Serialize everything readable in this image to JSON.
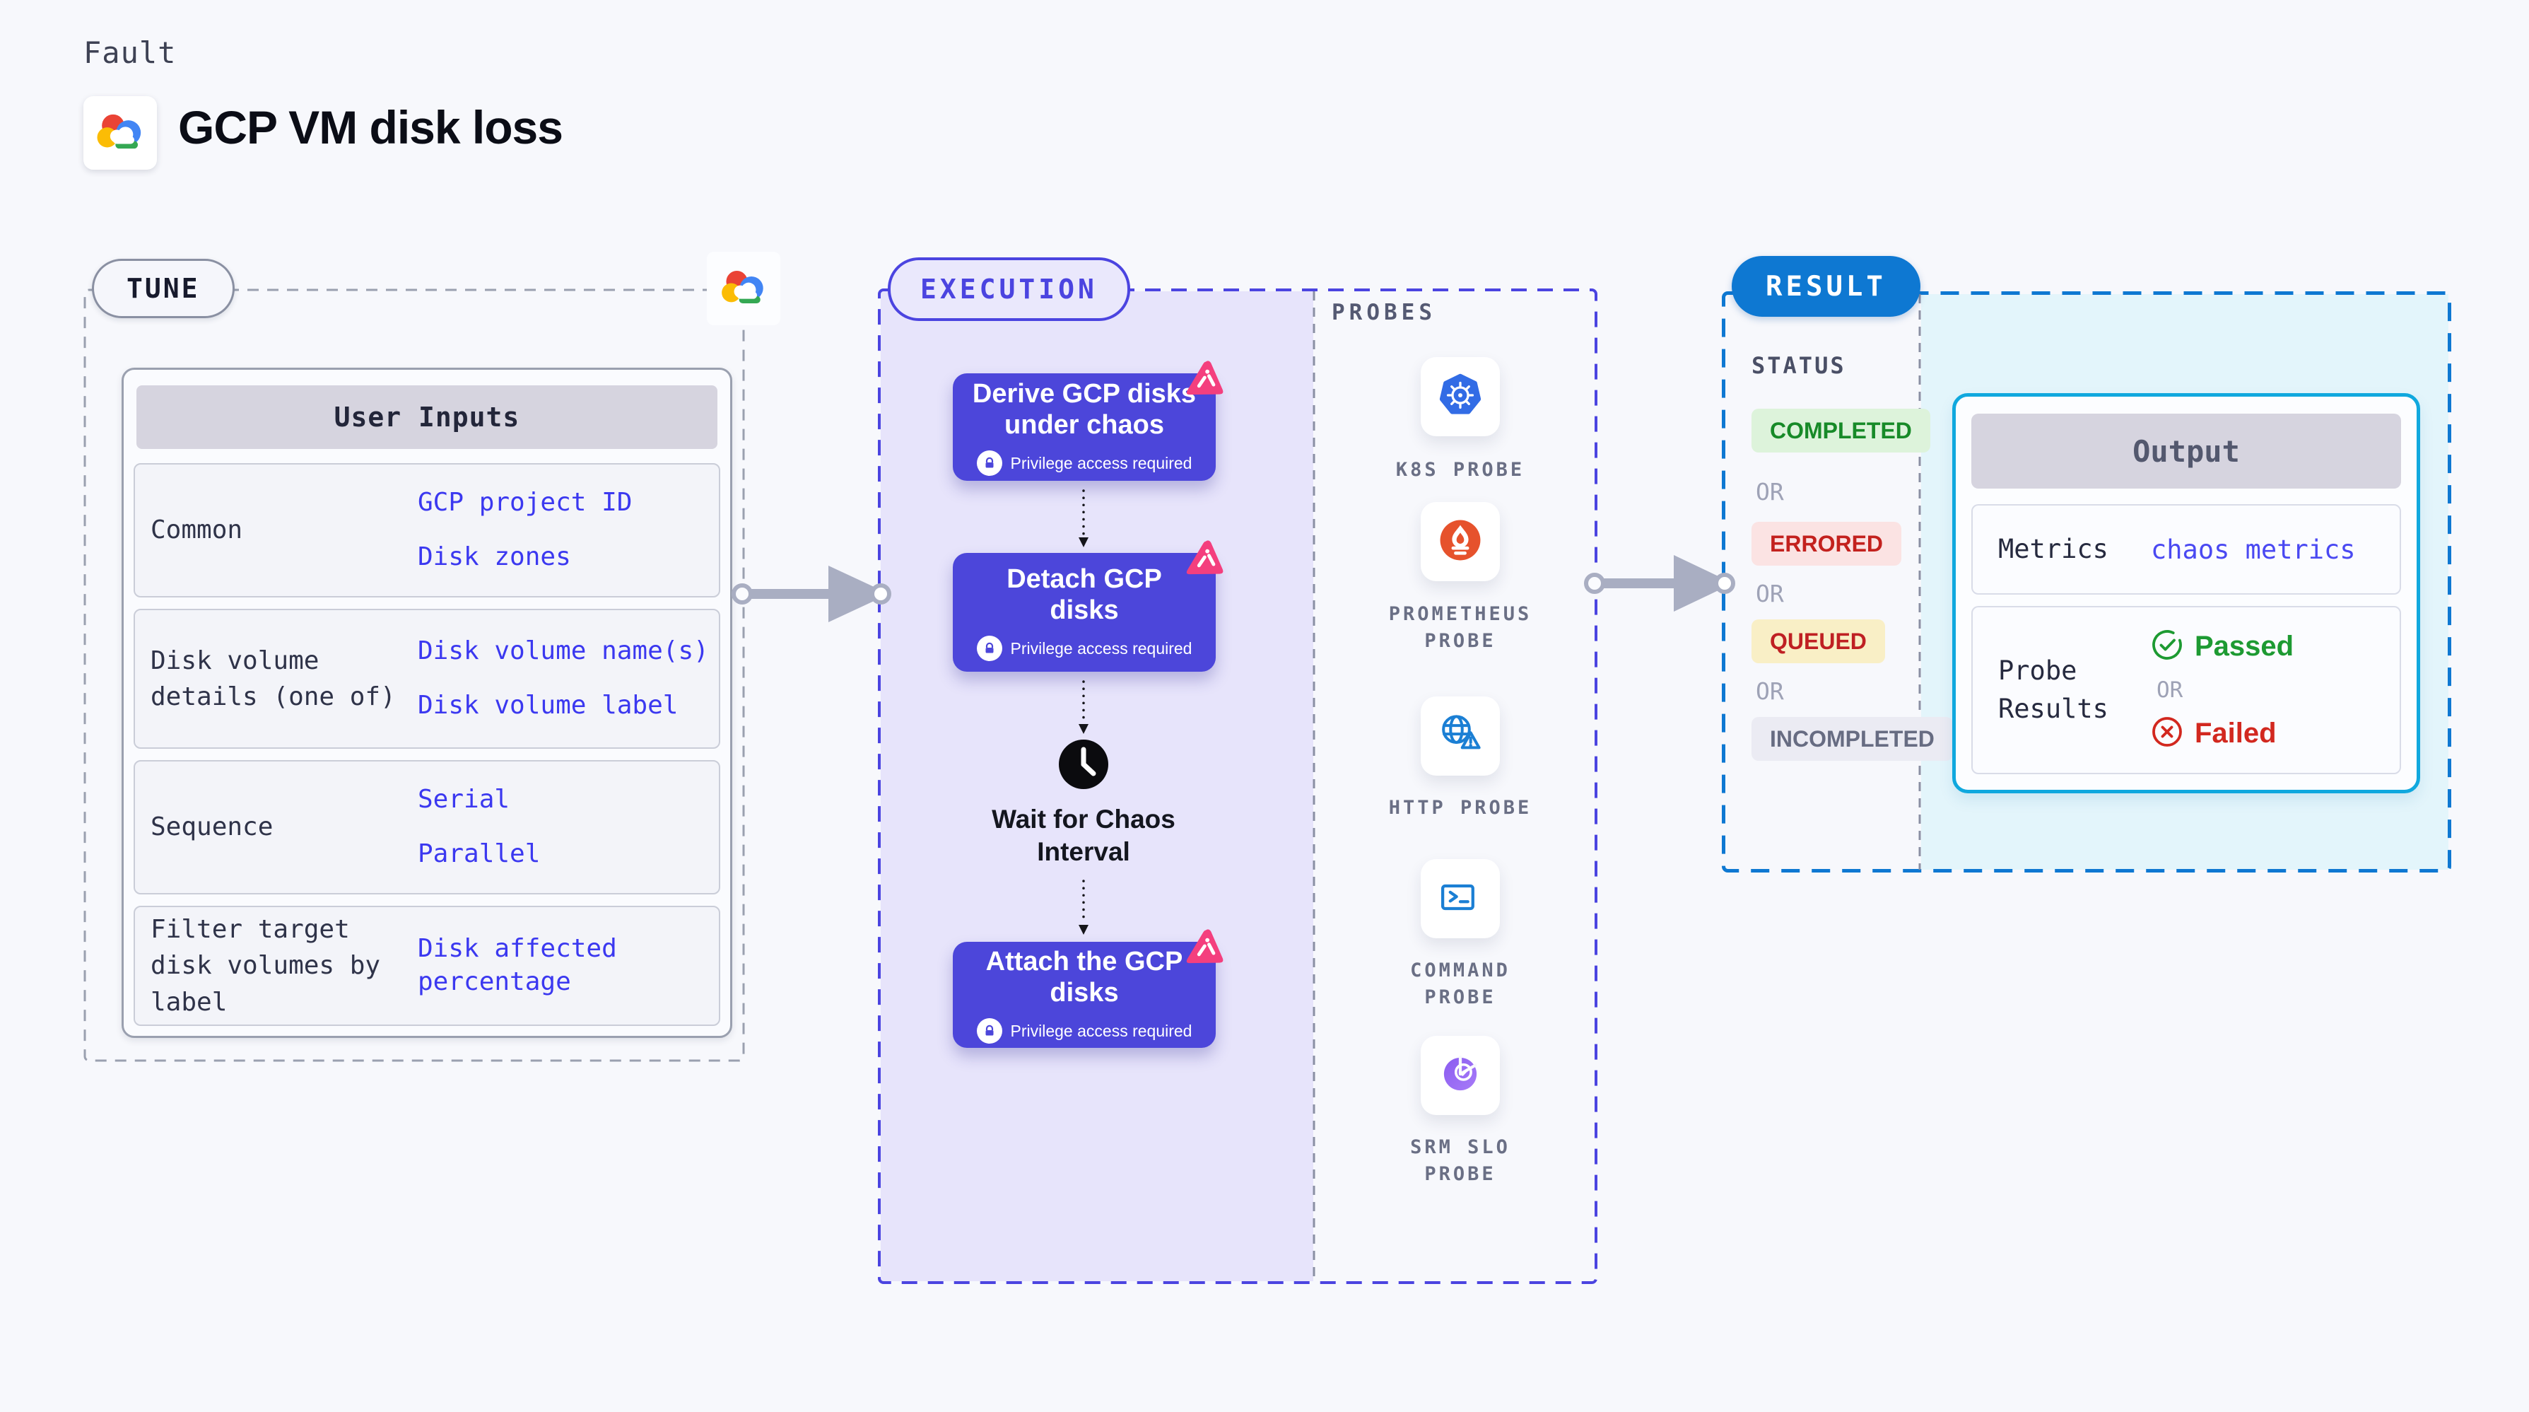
{
  "header": {
    "fault_label": "Fault",
    "title": "GCP VM disk loss",
    "logo": "gcp-cloud-logo"
  },
  "tune": {
    "badge": "TUNE",
    "table_title": "User Inputs",
    "rows": [
      {
        "label": "Common",
        "values": [
          "GCP project ID",
          "Disk zones"
        ]
      },
      {
        "label": "Disk volume details (one of)",
        "values": [
          "Disk volume name(s)",
          "Disk volume label"
        ]
      },
      {
        "label": "Sequence",
        "values": [
          "Serial",
          "Parallel"
        ]
      },
      {
        "label": "Filter target disk volumes by label",
        "values": [
          "Disk affected percentage"
        ]
      }
    ]
  },
  "execution": {
    "badge": "EXECUTION",
    "privilege_note": "Privilege access required",
    "steps": [
      {
        "title": "Derive GCP disks under chaos"
      },
      {
        "title": "Detach GCP disks"
      },
      {
        "title": "Wait for Chaos Interval",
        "type": "wait"
      },
      {
        "title": "Attach the GCP disks"
      }
    ],
    "probes": {
      "label": "PROBES",
      "items": [
        "K8S PROBE",
        "PROMETHEUS PROBE",
        "HTTP PROBE",
        "COMMAND PROBE",
        "SRM SLO PROBE"
      ]
    }
  },
  "result": {
    "badge": "RESULT",
    "status_label": "STATUS",
    "or_label": "OR",
    "statuses": [
      "COMPLETED",
      "ERRORED",
      "QUEUED",
      "INCOMPLETED"
    ],
    "output": {
      "title": "Output",
      "metrics_label": "Metrics",
      "metrics_value": "chaos metrics",
      "probe_results_label": "Probe Results",
      "passed_label": "Passed",
      "failed_label": "Failed"
    }
  },
  "colors": {
    "page_bg": "#F7F8FC",
    "node_indigo": "#4C46DA",
    "execution_accent": "#4B44E0",
    "execution_fill": "#E7E4FB",
    "result_accent": "#0E78D2",
    "result_fill": "#E3F5FB",
    "output_border": "#10A8DE",
    "value_blue": "#3B38F0",
    "completed": {
      "bg": "#DDF3DB",
      "text": "#178A28"
    },
    "errored": {
      "bg": "#FBE3E3",
      "text": "#C3211E"
    },
    "queued": {
      "bg": "#F9EFC6",
      "text": "#BF2023"
    },
    "incompleted": {
      "bg": "#EBEBF3",
      "text": "#676C82"
    },
    "passed_green": "#1D9A32",
    "failed_red": "#D2281F",
    "arrow_gray": "#A9AEC2"
  }
}
